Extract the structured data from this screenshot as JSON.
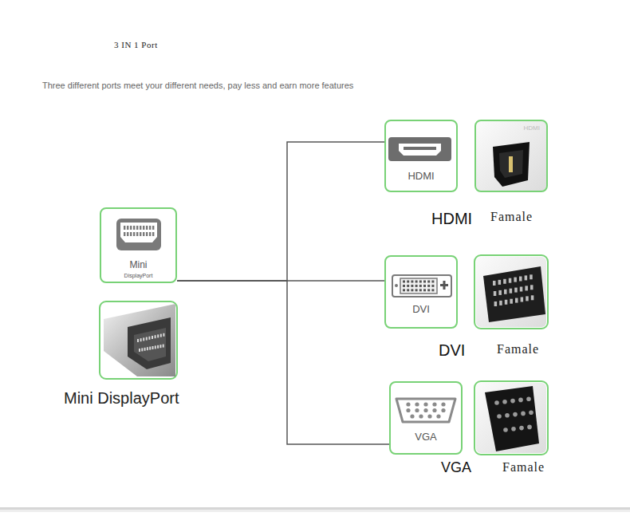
{
  "diagram": {
    "title": "3 IN 1 Port",
    "nodes": [
      {
        "text": [
          "Mini",
          "DisplayPort"
        ]
      },
      {
        "text": [
          "HDMI"
        ]
      },
      {
        "text": [
          "HDMI"
        ]
      },
      {
        "text": [
          "DVI"
        ]
      },
      {
        "text": [
          "VGA"
        ]
      }
    ],
    "edges": [
      {
        "from": 0,
        "to": 1,
        "arrow": "none"
      },
      {
        "from": 0,
        "to": 3,
        "arrow": "none"
      },
      {
        "from": 0,
        "to": 4,
        "arrow": "none"
      }
    ],
    "labels": [
      "Three different ports meet your different needs, pay less and earn more features",
      "Mini DisplayPort",
      "HDMI",
      "Famale",
      "DVI",
      "Famale",
      "VGA",
      "Famale"
    ]
  }
}
